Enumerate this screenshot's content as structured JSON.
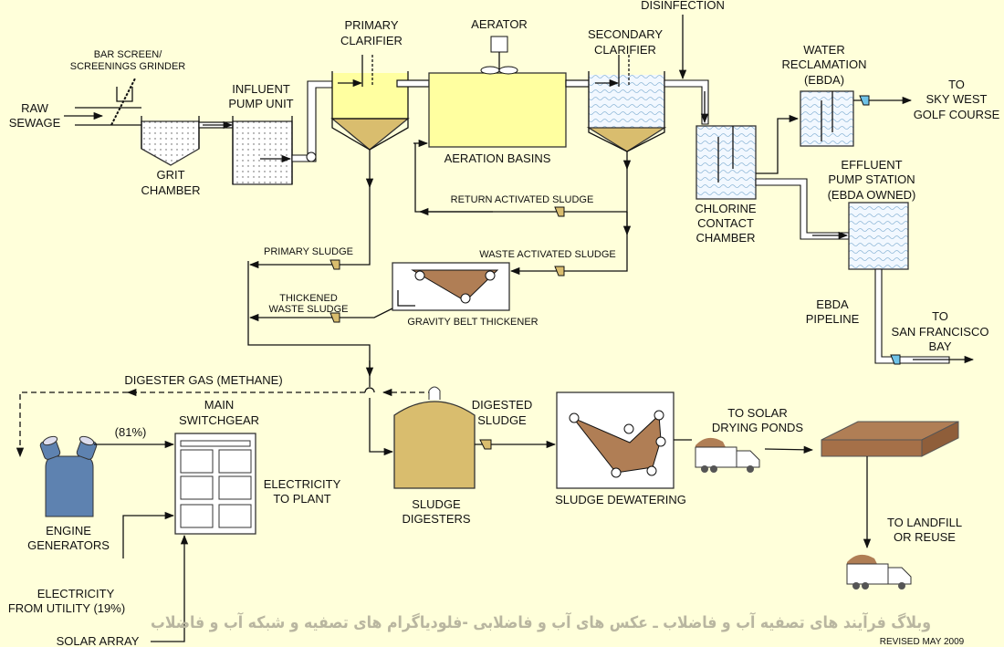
{
  "colors": {
    "background": "#FFFFDA",
    "basin_liquid": "#FFFFA0",
    "sludge": "#D9BD6E",
    "biosolids": "#B07E55",
    "water": "#E8F4FF",
    "generator": "#5E82B0"
  },
  "labels": {
    "raw_sewage": [
      "RAW",
      "SEWAGE"
    ],
    "bar_screen": [
      "BAR SCREEN/",
      "SCREENINGS GRINDER"
    ],
    "grit_chamber": [
      "GRIT",
      "CHAMBER"
    ],
    "influent_pump": [
      "INFLUENT",
      "PUMP UNIT"
    ],
    "primary_clarifier": [
      "PRIMARY",
      "CLARIFIER"
    ],
    "aerator": "AERATOR",
    "aeration_basins": "AERATION BASINS",
    "secondary_clarifier": [
      "SECONDARY",
      "CLARIFIER"
    ],
    "disinfection": "DISINFECTION",
    "chlorine_contact": [
      "CHLORINE",
      "CONTACT",
      "CHAMBER"
    ],
    "water_reclamation": [
      "WATER",
      "RECLAMATION",
      "(EBDA)"
    ],
    "sky_west": [
      "TO",
      "SKY WEST",
      "GOLF COURSE"
    ],
    "effluent_pump": [
      "EFFLUENT",
      "PUMP STATION",
      "(EBDA OWNED)"
    ],
    "ebda_pipeline": [
      "EBDA",
      "PIPELINE"
    ],
    "sf_bay": [
      "TO",
      "SAN FRANCISCO",
      "BAY"
    ],
    "return_sludge": "RETURN ACTIVATED SLUDGE",
    "waste_sludge": "WASTE ACTIVATED SLUDGE",
    "primary_sludge": "PRIMARY SLUDGE",
    "thickened_sludge": [
      "THICKENED",
      "WASTE SLUDGE"
    ],
    "gravity_belt": "GRAVITY BELT THICKENER",
    "digester_gas": "DIGESTER GAS (METHANE)",
    "sludge_digesters": [
      "SLUDGE",
      "DIGESTERS"
    ],
    "digested_sludge": [
      "DIGESTED",
      "SLUDGE"
    ],
    "sludge_dewatering": "SLUDGE DEWATERING",
    "solar_drying": [
      "TO SOLAR",
      "DRYING PONDS"
    ],
    "landfill": [
      "TO LANDFILL",
      "OR REUSE"
    ],
    "engine_generators": [
      "ENGINE",
      "GENERATORS"
    ],
    "generator_share": "(81%)",
    "main_switchgear": [
      "MAIN",
      "SWITCHGEAR"
    ],
    "electricity_plant": [
      "ELECTRICITY",
      "TO PLANT"
    ],
    "electricity_utility": [
      "ELECTRICITY",
      "FROM UTILITY (19%)"
    ],
    "solar_array": "SOLAR ARRAY",
    "revised": "REVISED MAY 2009"
  },
  "watermark": "وبلاگ فرآیند های تصفیه آب و فاضلاب ـ عکس های آب و فاضلابی -فلودیاگرام های تصفیه و شبکه آب و فاضلاب"
}
